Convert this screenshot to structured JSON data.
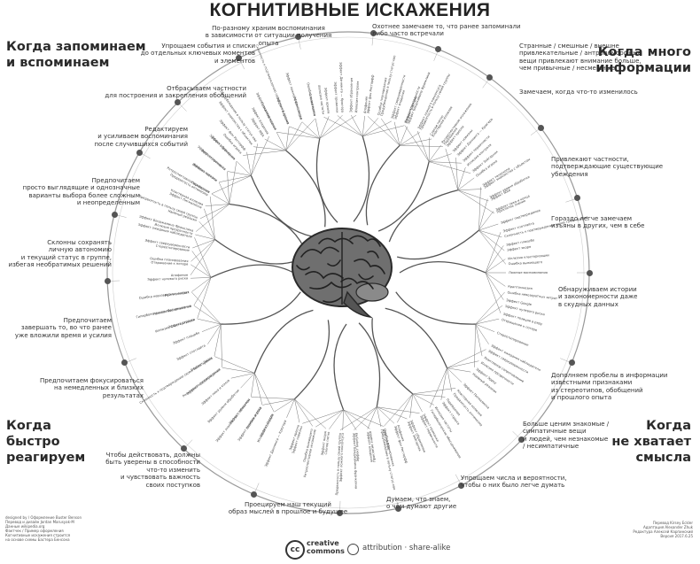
{
  "title": "КОГНИТИВНЫЕ ИСКАЖЕНИЯ",
  "quadrants": {
    "top_left": "Когда запоминаем\nи вспоминаем",
    "top_right": "Когда много\nинформации",
    "bottom_left": "Когда\nбыстро\nреагируем",
    "bottom_right": "Когда\nне хватает\nсмысла"
  },
  "strategies": [
    "По-разному храним воспоминания\nв зависимости от ситуации получения\nопыта",
    "Упрощаем события и списки\nдо отдельных ключевых моментов\nи элементов",
    "Отбрасываем частности\nдля построения и закрепления обобщений",
    "Редактируем\nи усиливаем воспоминания\nпосле случившихся событий",
    "Предпочитаем\nпросто выглядящие и однозначные\nварианты выбора более сложным\nи неопределённым",
    "Склонны сохранять\nличную автономию\nи текущий статус в группе,\nизбегая необратимых решений",
    "Предпочитаем\nзавершать то, во что ранее\nуже вложили время и усилия",
    "Предпочитаем фокусироваться\nна немедленных и близких\nрезультатах",
    "Чтобы действовать, должны\nбыть уверены в способности\nчто-то изменить\nи чувствовать важность\nсвоих поступков",
    "Проецируем наш текущий\nобраз мыслей в прошлое и будущее",
    "Думаем, что знаем,\nо чём думают другие",
    "Упрощаем числа и вероятности,\nчтобы о них было легче думать",
    "Больше ценим знакомые /\nсимпатичные вещи\nи людей, чем незнакомые\n/ несимпатичные",
    "Дополняем пробелы в информации\nизвестными признаками\nиз стереотипов, обобщений\nи прошлого опыта",
    "Обнаруживаем истории\nи закономерности даже\nв скудных данных",
    "Гораздо легче замечаем\nизъяны в других, чем в себе",
    "Привлекают частности,\nподтверждающие существующие\nубеждения",
    "Замечаем, когда что-то изменилось",
    "Странные / смешные / внешне\nпривлекательные / антропоморфные\nвещи привлекают внимание больше,\nчем привычные / несмешные",
    "Охотнее замечаем то, что ранее запоминали\nлибо часто встречали"
  ],
  "bias_samples": [
    "Эффект подтверждения",
    "Склонность к подтверждению своей точки зрения",
    "Эффект якоря",
    "Ошибка выжившего",
    "Эффект ореола",
    "Эффект Даннинга — Крюгера",
    "Иллюзия контроля",
    "Ошибка игрока",
    "Эффект знакомства с объектом",
    "Эффект IKEA",
    "Проклятие знания",
    "Эффект Барнума",
    "Эффект ложного консенсуса",
    "Слепое пятно",
    "Ретроспективное искажение",
    "Эффект новизны",
    "Эффект первичности",
    "Эффект Зейгарник",
    "Эффект фон Ресторфф",
    "Предубеждение в пользу статус-кво",
    "Эффект владения",
    "Эффект Бенджамина Франклина",
    "Предвзятость в пользу своей группы",
    "Кластерная иллюзия",
    "Парейдолия",
    "Иллюзия частоты",
    "Эффект приманки",
    "Эффект обрамления",
    "Апофения",
    "Ошибка планирования",
    "Эффект сверхуверенности",
    "Иллюзия прозрачности",
    "Наивный реализм",
    "Эффект Пигмалиона",
    "Предвзятость оптимизма",
    "Эффект страуса",
    "Гиперболическое обесценивание",
    "Ошибка невозвратных затрат",
    "Эффект нулевого риска",
    "Отвращение к потере",
    "Стереотипирование",
    "Эффект ожидания наблюдателя",
    "Реактивное сопротивление",
    "Эффект Эрроу",
    "Эффект спотлайта",
    "Эффект плацебо",
    "Иллюзия кластеризации",
    "Ложные воспоминания",
    "Криптомнезия",
    "Эффект Google",
    "Эффект позиции в ряду",
    "Эффект телескопа",
    "Эффект уровня обработки",
    "Эффект пика и конца"
  ],
  "credits_left": [
    "designed by / Оформление Buster Benson",
    "Перевод и дизайн Jordan Marusyak-M",
    "Данные wikipedia.org",
    "Фактчек / Пример оформления",
    "Когнитивные искажения строится",
    "на основе схемы Бастера Бенсона"
  ],
  "credits_right": [
    "Перевод Kirsey Eckler",
    "Адаптация Alexander Zhuk",
    "Редактура Алексей Карпинский",
    "Версия 2017.6.25"
  ],
  "cc_logo": "cc",
  "cc_text": "creative\ncommons",
  "license": "attribution · share-alike",
  "icons": [
    "brain-icon",
    "creative-commons-icon",
    "attribution-icon",
    "share-alike-icon"
  ],
  "colors": {
    "ink": "#1a1a1a",
    "line": "#555555",
    "ring": "#999999",
    "dot": "#555555"
  }
}
